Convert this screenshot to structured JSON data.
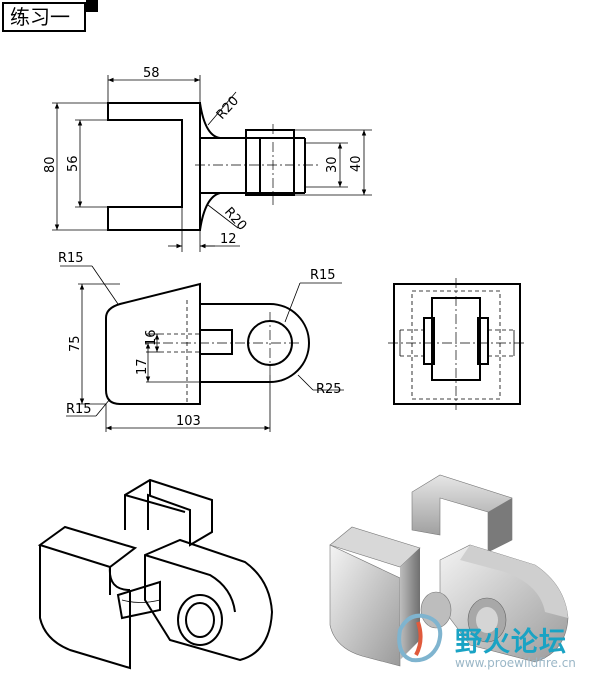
{
  "title": "练习一",
  "dimensions": {
    "top_width": "58",
    "top_height": "80",
    "top_inner": "56",
    "top_r_upper": "R20",
    "top_r_lower": "R20",
    "top_d30": "30",
    "top_d40": "40",
    "top_d12": "12",
    "front_r15_top": "R15",
    "front_r15_hole": "R15",
    "front_r25": "R25",
    "front_r15_bottom": "R15",
    "front_75": "75",
    "front_16": "16",
    "front_17": "17",
    "front_103": "103"
  },
  "watermark": {
    "text": "野火论坛",
    "url": "www.proewildfire.cn"
  }
}
